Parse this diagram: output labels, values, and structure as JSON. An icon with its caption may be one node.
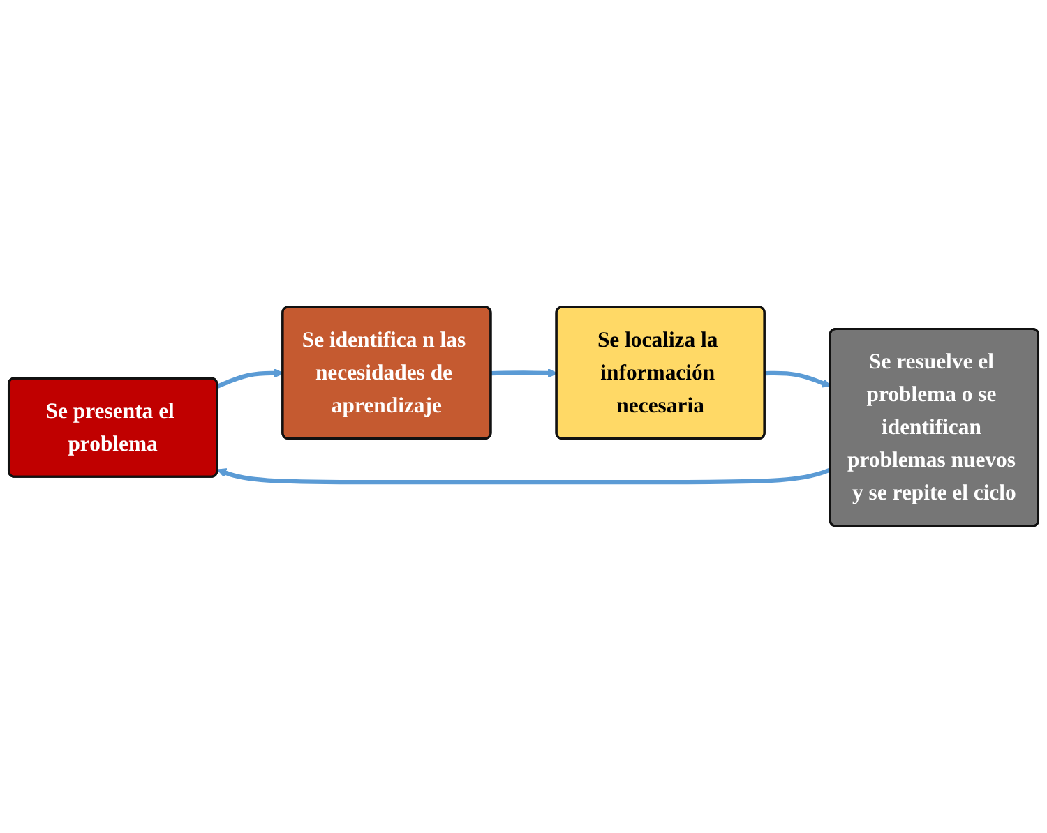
{
  "diagram": {
    "nodes": [
      {
        "text": [
          "Se presenta el problema"
        ]
      },
      {
        "text": [
          "Se identifica n las necesidades de aprendizaje"
        ]
      },
      {
        "text": [
          "Se localiza la información necesaria"
        ]
      },
      {
        "text": [
          "Se resuelve el problema o se identifican problemas nuevos y se repite el ciclo"
        ]
      }
    ],
    "edges": [
      {
        "from": 0,
        "to": 1,
        "arrow": "to"
      },
      {
        "from": 1,
        "to": 2,
        "arrow": "to"
      },
      {
        "from": 2,
        "to": 3,
        "arrow": "to"
      },
      {
        "from": 3,
        "to": 0,
        "arrow": "to"
      }
    ]
  }
}
